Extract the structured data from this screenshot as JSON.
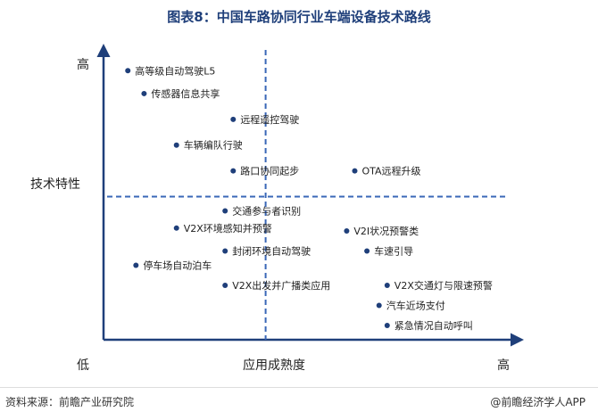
{
  "title": "图表8：中国车路协同行业车端设备技术路线",
  "footer": {
    "source": "资料来源：前瞻产业研究院",
    "brand": "@前瞻经济学人APP"
  },
  "chart_data": {
    "type": "scatter",
    "title": "图表8：中国车路协同行业车端设备技术路线",
    "xlabel": "应用成熟度",
    "ylabel": "技术特性",
    "x_low_label": "低",
    "x_high_label": "高",
    "y_high_label": "高",
    "xlim": [
      0,
      10
    ],
    "ylim": [
      0,
      10
    ],
    "quadrant_split": {
      "x": 4.0,
      "y": 5.0
    },
    "points": [
      {
        "label": "高等级自动驾驶L5",
        "x": 0.6,
        "y": 9.4
      },
      {
        "label": "传感器信息共享",
        "x": 1.0,
        "y": 8.6
      },
      {
        "label": "远程遥控驾驶",
        "x": 3.2,
        "y": 7.7
      },
      {
        "label": "车辆编队行驶",
        "x": 1.8,
        "y": 6.8
      },
      {
        "label": "路口协同起步",
        "x": 3.2,
        "y": 5.9
      },
      {
        "label": "OTA远程升级",
        "x": 6.2,
        "y": 5.9
      },
      {
        "label": "交通参与者识别",
        "x": 3.0,
        "y": 4.5
      },
      {
        "label": "V2X环境感知并预警",
        "x": 1.8,
        "y": 3.9
      },
      {
        "label": "V2I状况预警类",
        "x": 6.0,
        "y": 3.8
      },
      {
        "label": "封闭环境自动驾驶",
        "x": 3.0,
        "y": 3.1
      },
      {
        "label": "车速引导",
        "x": 6.5,
        "y": 3.1
      },
      {
        "label": "停车场自动泊车",
        "x": 0.8,
        "y": 2.6
      },
      {
        "label": "V2X出发并广播类应用",
        "x": 3.0,
        "y": 1.9
      },
      {
        "label": "V2X交通灯与限速预警",
        "x": 7.0,
        "y": 1.9
      },
      {
        "label": "汽车近场支付",
        "x": 6.8,
        "y": 1.2
      },
      {
        "label": "紧急情况自动呼叫",
        "x": 7.0,
        "y": 0.5
      }
    ],
    "colors": {
      "axis": "#1f3f7a",
      "quadrant_lines": "#3a67b7",
      "points": "#1f3f7a",
      "title": "#1f3f7a"
    }
  }
}
